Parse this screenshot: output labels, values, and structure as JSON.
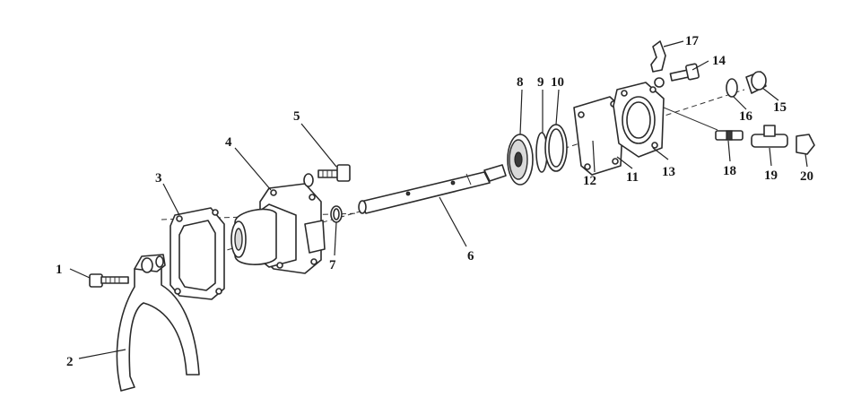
{
  "callouts": [
    "1",
    "2",
    "3",
    "4",
    "5",
    "6",
    "7",
    "8",
    "9",
    "10",
    "11",
    "12",
    "13",
    "14",
    "15",
    "16",
    "17",
    "18",
    "19",
    "20"
  ]
}
